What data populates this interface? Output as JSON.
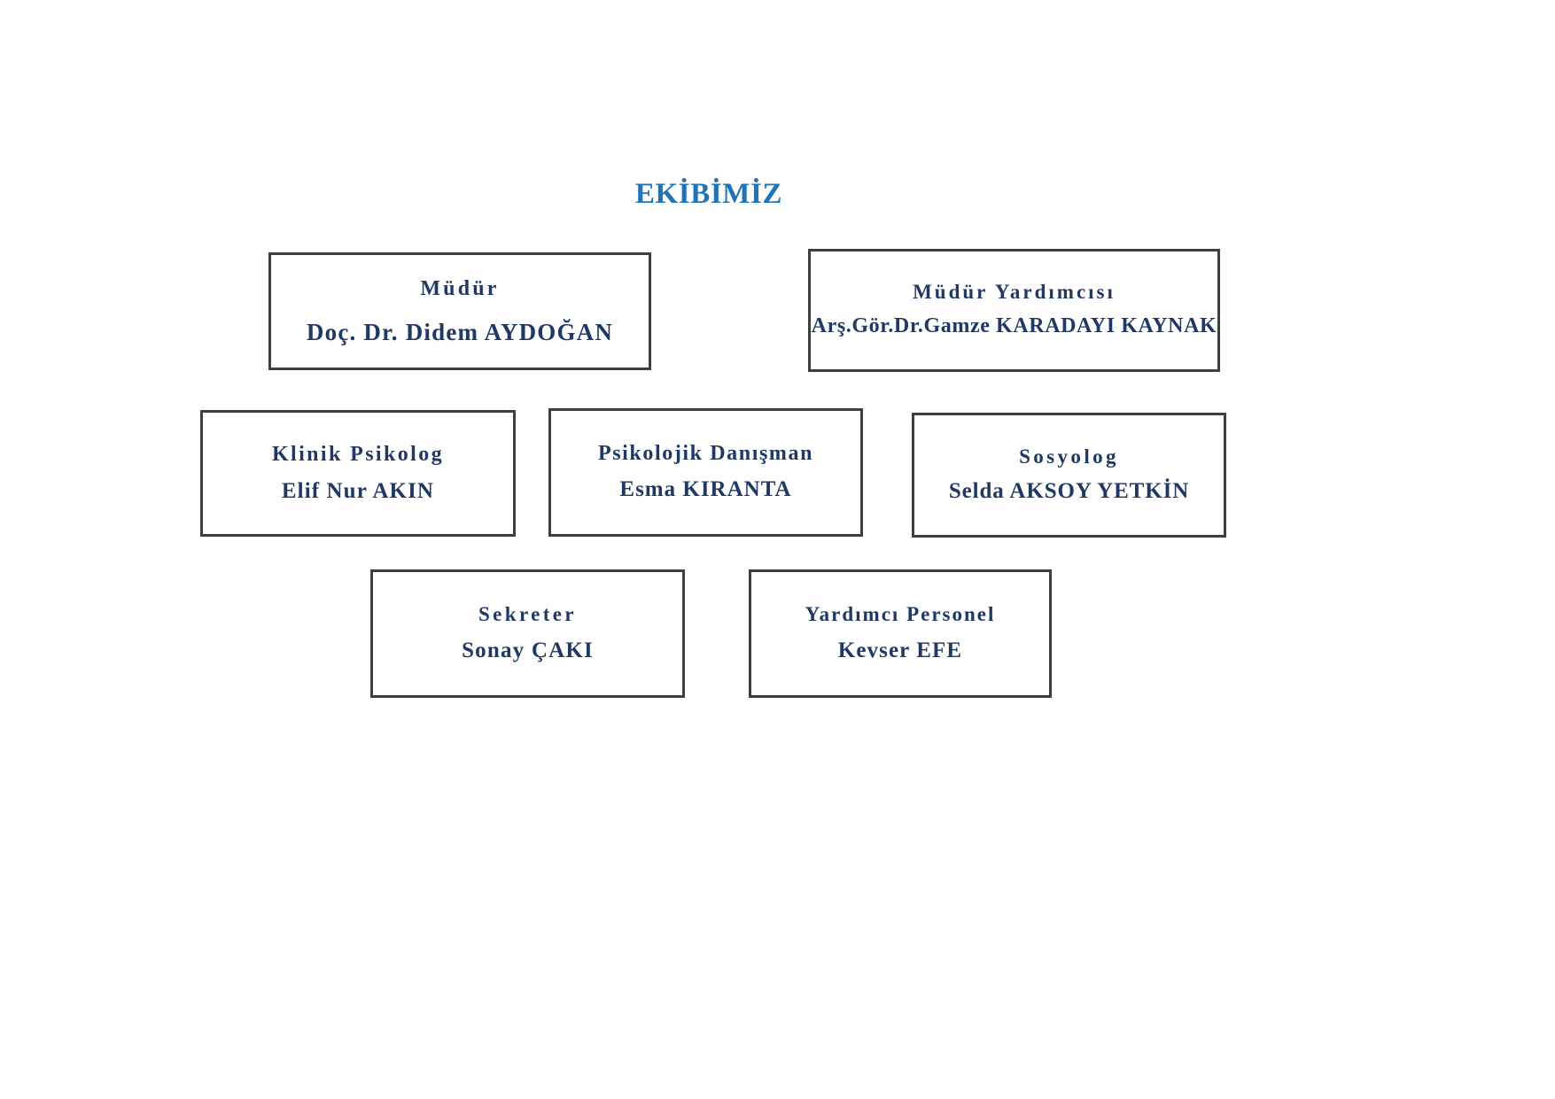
{
  "document": {
    "title": "EKİBİMİZ",
    "title_color": "#1f73b7",
    "text_color": "#1f3864",
    "box_border_color": "#3f3f3f",
    "background_color": "#ffffff"
  },
  "org_chart": {
    "heading": "EKİBİMİZ",
    "levels": [
      {
        "level": 1,
        "nodes": [
          {
            "role": "Müdür",
            "person": "Doç. Dr. Didem AYDOĞAN"
          },
          {
            "role": "Müdür Yardımcısı",
            "person": "Arş.Gör.Dr.Gamze KARADAYI KAYNAK"
          }
        ]
      },
      {
        "level": 2,
        "nodes": [
          {
            "role": "Klinik Psikolog",
            "person": "Elif Nur AKIN"
          },
          {
            "role": "Psikolojik Danışman",
            "person": "Esma KIRANTA"
          },
          {
            "role": "Sosyolog",
            "person": "Selda AKSOY YETKİN"
          }
        ]
      },
      {
        "level": 3,
        "nodes": [
          {
            "role": "Sekreter",
            "person": "Sonay ÇAKI"
          },
          {
            "role": "Yardımcı Personel",
            "person": "Kevser EFE"
          }
        ]
      }
    ]
  }
}
